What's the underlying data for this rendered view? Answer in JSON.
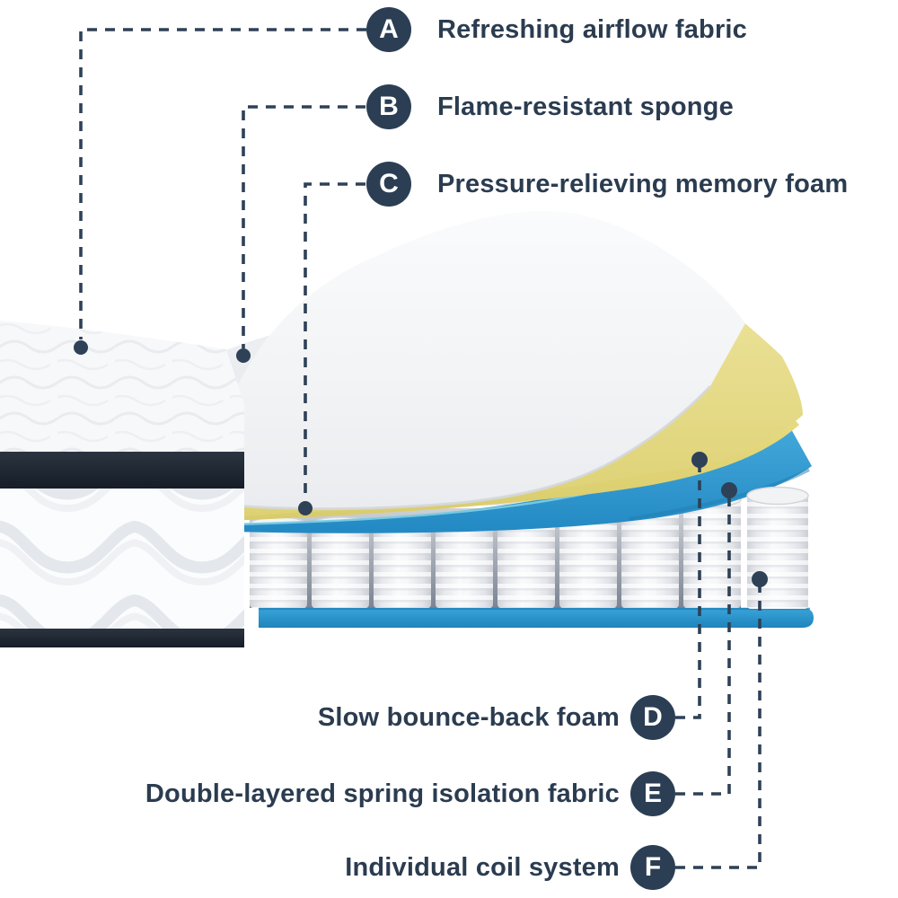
{
  "callouts": [
    {
      "letter": "A",
      "label": "Refreshing airflow fabric"
    },
    {
      "letter": "B",
      "label": "Flame-resistant sponge"
    },
    {
      "letter": "C",
      "label": "Pressure-relieving memory foam"
    },
    {
      "letter": "D",
      "label": "Slow bounce-back foam"
    },
    {
      "letter": "E",
      "label": "Double-layered spring isolation fabric"
    },
    {
      "letter": "F",
      "label": "Individual coil system"
    }
  ],
  "colors": {
    "label_text": "#2b3c50",
    "marker_navy": "#2b3e54",
    "leader_line": "#2e4156",
    "foam_yellow": "#e9dd8a",
    "isolation_fabric_blue": "#2f9cd6",
    "mattress_band_navy": "#1e2631",
    "coil_grey": "#e8e9ed",
    "background": "#ffffff"
  }
}
